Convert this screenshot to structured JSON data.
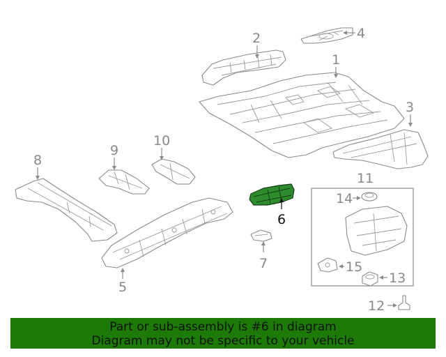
{
  "callouts": {
    "c1": "1",
    "c2": "2",
    "c3": "3",
    "c4": "4",
    "c5": "5",
    "c6": "6",
    "c7": "7",
    "c8": "8",
    "c9": "9",
    "c10": "10",
    "c11": "11",
    "c12": "12",
    "c13": "13",
    "c14": "14",
    "c15": "15"
  },
  "highlighted_part": "6",
  "colors": {
    "banner_bg": "#1d7a06",
    "highlight_part": "#2e8b2e",
    "line_art": "#8a8a8a"
  },
  "banner": {
    "line1": "Part or sub-assembly is #6 in diagram",
    "line2": "Diagram may not be specific to your vehicle"
  }
}
